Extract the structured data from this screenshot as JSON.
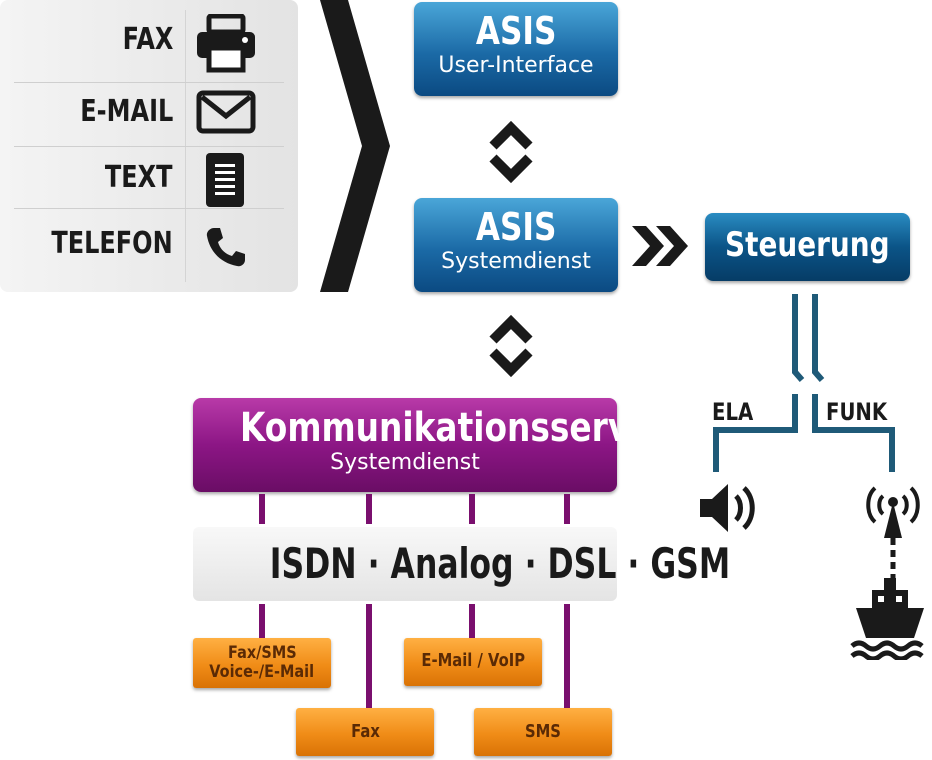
{
  "inputs": [
    {
      "label": "FAX",
      "icon": "printer-icon"
    },
    {
      "label": "E-MAIL",
      "icon": "envelope-icon"
    },
    {
      "label": "TEXT",
      "icon": "document-icon"
    },
    {
      "label": "TELEFON",
      "icon": "phone-icon"
    }
  ],
  "asis_ui": {
    "title": "ASIS",
    "subtitle": "User-Interface"
  },
  "asis_sys": {
    "title": "ASIS",
    "subtitle": "Systemdienst"
  },
  "steuerung": {
    "title": "Steuerung"
  },
  "kommserver": {
    "title": "Kommunikationsserver",
    "subtitle": "Systemdienst"
  },
  "network": {
    "text": "ISDN · Analog · DSL · GSM"
  },
  "endpoints": [
    {
      "line1": "Fax/SMS",
      "line2": "Voice-/E-Mail"
    },
    {
      "line1": "Fax"
    },
    {
      "line1": "E-Mail / VoIP"
    },
    {
      "line1": "SMS"
    }
  ],
  "outputs": {
    "ela": "ELA",
    "funk": "FUNK"
  },
  "colors": {
    "blue": "#1b6aa6",
    "navy": "#0b5487",
    "purple": "#8c1685",
    "orange": "#f08c17",
    "teal_line": "#1f5a78",
    "purple_line": "#7a0f6e"
  }
}
